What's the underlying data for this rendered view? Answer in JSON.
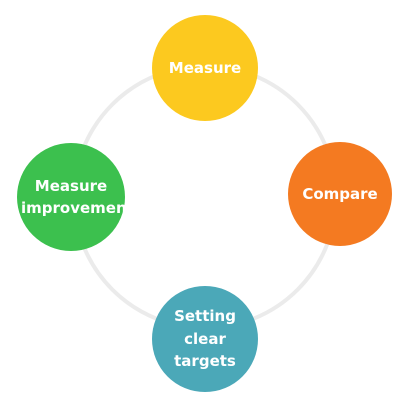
{
  "cycle": {
    "nodes": [
      {
        "label": "Measure",
        "color": "#FCC91F"
      },
      {
        "label": "Compare",
        "color": "#F47A21"
      },
      {
        "label": "Setting clear targets",
        "color": "#4BA8B8"
      },
      {
        "label": "Measure improvement",
        "color": "#3CC04E"
      }
    ],
    "ring_color": "#EBEBEB"
  }
}
